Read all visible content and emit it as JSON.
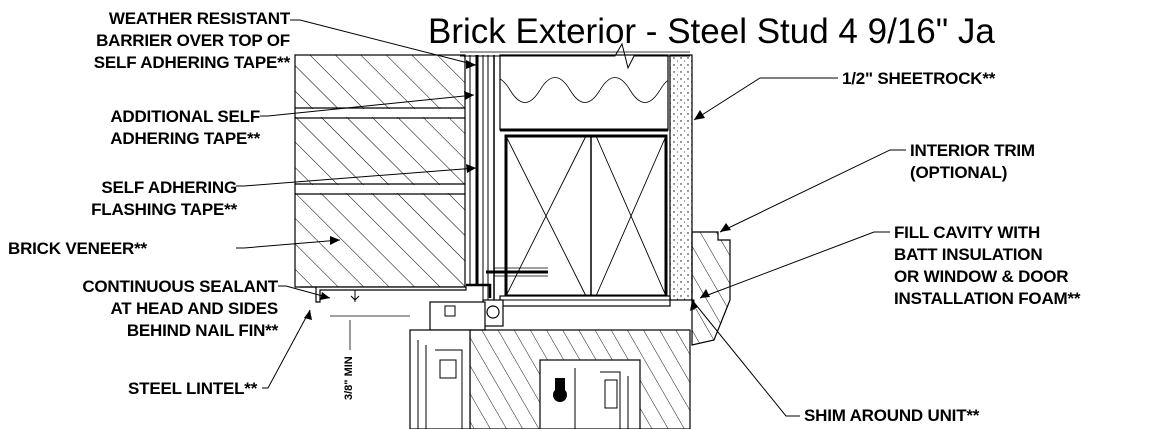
{
  "title": "Brick Exterior - Steel Stud 4 9/16\" Ja",
  "labels": {
    "weather_barrier": [
      "WEATHER RESISTANT",
      "BARRIER OVER TOP OF",
      "SELF ADHERING TAPE**"
    ],
    "additional_tape": [
      "ADDITIONAL SELF",
      "ADHERING TAPE**"
    ],
    "flashing_tape": [
      "SELF ADHERING",
      "FLASHING TAPE**"
    ],
    "brick_veneer": [
      "BRICK VENEER**"
    ],
    "sealant": [
      "CONTINUOUS SEALANT",
      "AT HEAD AND SIDES",
      "BEHIND NAIL FIN**"
    ],
    "steel_lintel": [
      "STEEL LINTEL**"
    ],
    "sheetrock": [
      "1/2\" SHEETROCK**"
    ],
    "interior_trim": [
      "INTERIOR TRIM",
      "(OPTIONAL)"
    ],
    "fill_cavity": [
      "FILL CAVITY WITH",
      "BATT INSULATION",
      "OR WINDOW & DOOR",
      "INSTALLATION FOAM**"
    ],
    "shim": [
      "SHIM AROUND UNIT**"
    ]
  },
  "dimension": "3/8\" MIN"
}
